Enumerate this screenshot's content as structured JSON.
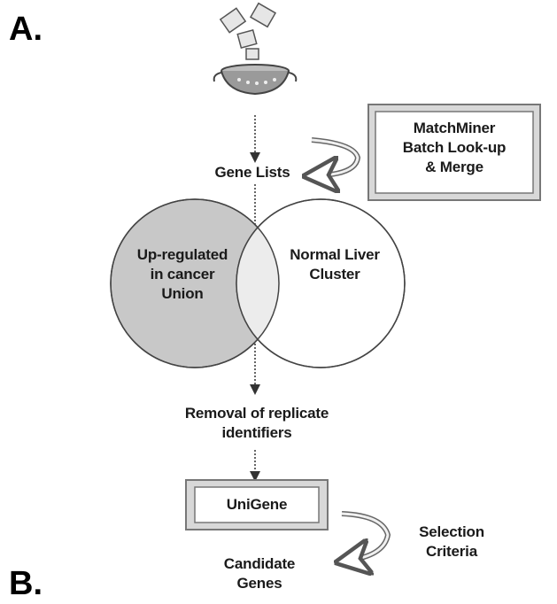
{
  "panel_labels": {
    "a": "A.",
    "b": "B."
  },
  "nodes": {
    "matchminer": [
      "MatchMiner",
      "Batch Look-up",
      "& Merge"
    ],
    "gene_lists": "Gene Lists",
    "venn_left": [
      "Up-regulated",
      "in cancer",
      "Union"
    ],
    "venn_right": [
      "Normal Liver",
      "Cluster"
    ],
    "removal": [
      "Removal of replicate",
      "identifiers"
    ],
    "unigene": "UniGene",
    "selection": [
      "Selection",
      "Criteria"
    ],
    "candidate": [
      "Candidate",
      "Genes"
    ]
  },
  "colors": {
    "venn_left_fill": "#c8c8c8",
    "venn_overlap_fill": "#ececec",
    "line": "#333333",
    "box_frame": "#a0a0a0"
  },
  "icons": [
    "paper-sheets-icon",
    "colander-icon"
  ]
}
